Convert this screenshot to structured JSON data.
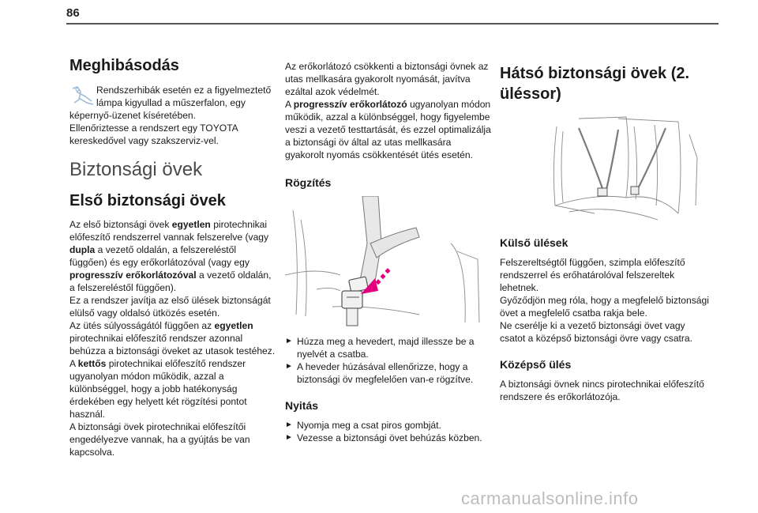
{
  "page": {
    "number": "86"
  },
  "col1": {
    "heading": "Meghibásodás",
    "note_first_line": "Rendszerhibák esetén ez a figyelmeztető",
    "note_second_line": "lámpa kigyullad a műszerfalon, egy",
    "note_rest": "képernyő-üzenet kíséretében.\nEllenőriztesse a rendszert egy TOYOTA kereskedővel vagy szakszerviz-vel.",
    "section_title": "Biztonsági övek",
    "sub_heading": "Első biztonsági övek",
    "p1_a": "Az első biztonsági övek ",
    "p1_b": "egyetlen",
    "p1_c": " pirotechnikai előfeszítő rendszerrel vannak felszerelve (vagy ",
    "p1_d": "dupla",
    "p1_e": " a vezető oldalán, a felszereléstől függően) és egy erőkorlátozóval (vagy egy ",
    "p1_f": "progresszív erőkorlátozóval",
    "p1_g": " a vezető oldalán, a felszereléstől függően).",
    "p2": "Ez a rendszer javítja az első ülések biztonságát elülső vagy oldalsó ütközés esetén.",
    "p3_a": "Az ütés súlyosságától függően az ",
    "p3_b": "egyetlen",
    "p3_c": " pirotechnikai előfeszítő rendszer azonnal behúzza a biztonsági öveket az utasok testéhez.",
    "p4_a": "A ",
    "p4_b": "kettős",
    "p4_c": " pirotechnikai előfeszítő rendszer ugyanolyan módon működik, azzal a különbséggel, hogy a jobb hatékonyság érdekében egy helyett két rögzítési pontot használ.",
    "p5": "A biztonsági övek pirotechnikai előfeszítői engedélyezve vannak, ha a gyújtás be van kapcsolva."
  },
  "col2": {
    "p1": "Az erőkorlátozó csökkenti a biztonsági övnek az utas mellkasára gyakorolt nyomását, javítva ezáltal azok védelmét.",
    "p2_a": "A ",
    "p2_b": "progresszív erőkorlátozó",
    "p2_c": " ugyanolyan módon működik, azzal a különbséggel, hogy figyelembe veszi a vezető testtartását, és ezzel optimalizálja a biztonsági öv által az utas mellkasára gyakorolt nyomás csökkentését ütés esetén.",
    "heading_fastening": "Rögzítés",
    "step1": "Húzza meg a hevedert, majd illessze be a nyelvét a csatba.",
    "step2": "A heveder húzásával ellenőrizze, hogy a biztonsági öv megfelelően van-e rögzítve.",
    "heading_opening": "Nyitás",
    "step3": "Nyomja meg a csat piros gombját.",
    "step4": "Vezesse a biztonsági övet behúzás közben.",
    "arrow": "►"
  },
  "col3": {
    "heading": "Hátsó biztonsági övek (2. üléssor)",
    "outer_heading": "Külső ülések",
    "outer_text": "Felszereltségtől függően, szimpla előfeszítő rendszerrel és erőhatárolóval felszereltek lehetnek.\nGyőződjön meg róla, hogy a megfelelő biztonsági övet a megfelelő csatba rakja bele.\nNe cserélje ki a vezető biztonsági övet vagy csatot a középső biztonsági övre vagy csatra.",
    "middle_heading": "Középső ülés",
    "middle_text": "A biztonsági övnek nincs pirotechnikai előfeszítő rendszere és erőkorlátozója."
  },
  "watermark": "carmanualsonline.info",
  "colors": {
    "accent_arrow": "#e3007e",
    "rule": "#555555"
  }
}
